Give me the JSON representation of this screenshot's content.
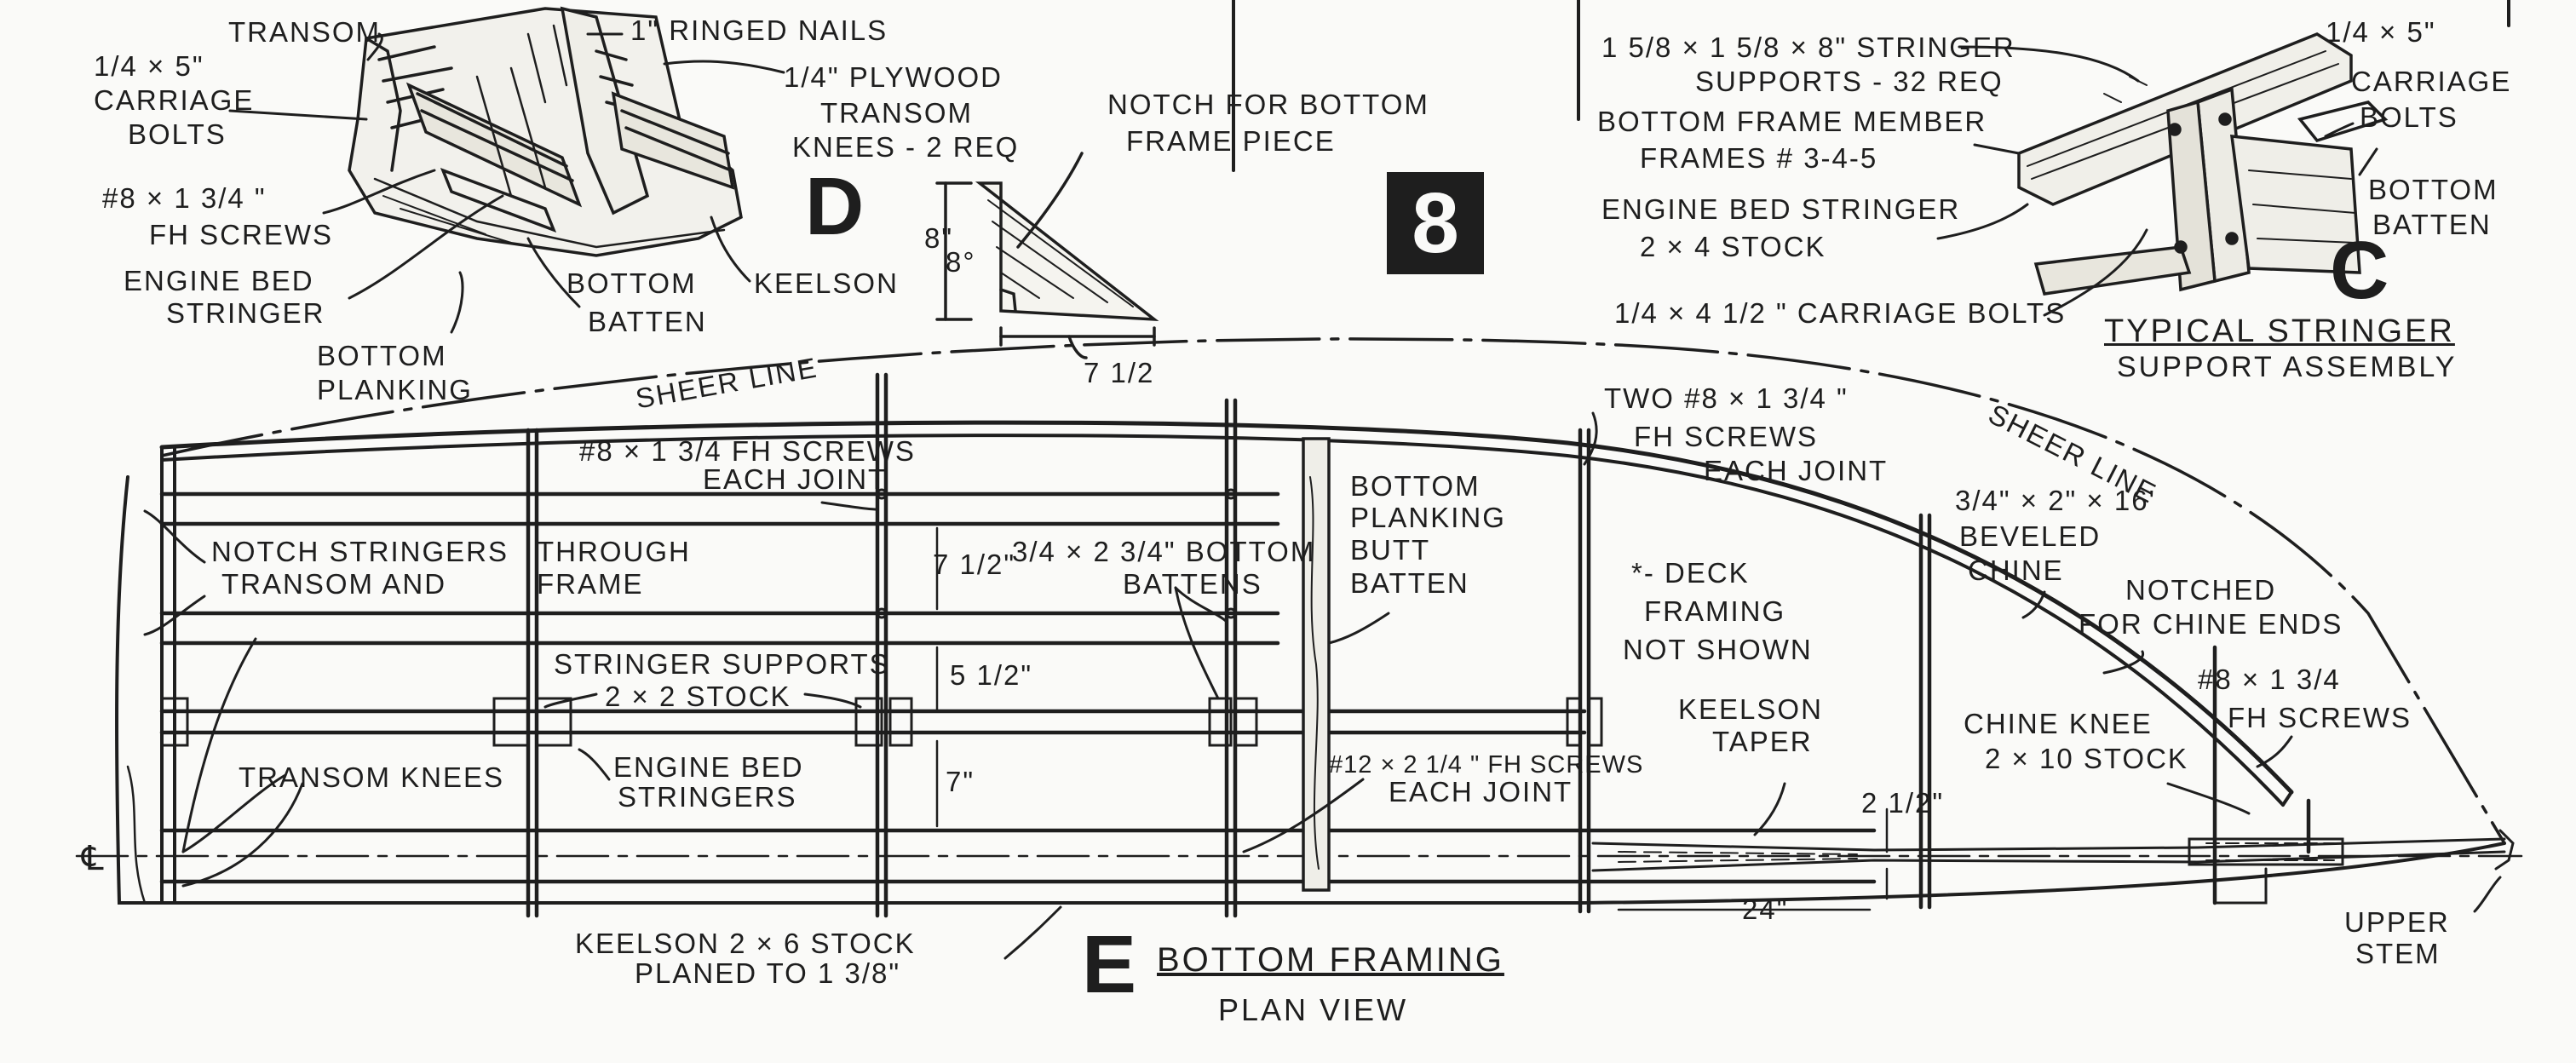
{
  "panel_number": "8",
  "detail_d": {
    "letter": "D",
    "labels": {
      "transom": "TRANSOM",
      "carriage_bolts_a": "1/4 × 5\"",
      "carriage_bolts_b": "CARRIAGE",
      "carriage_bolts_c": "BOLTS",
      "screws_a": "#8 × 1 3/4 \"",
      "screws_b": "FH SCREWS",
      "engine_bed_a": "ENGINE BED",
      "engine_bed_b": "STRINGER",
      "bottom_planking_a": "BOTTOM",
      "bottom_planking_b": "PLANKING",
      "ringed_nails": "1\" RINGED NAILS",
      "plywood_a": "1/4\" PLYWOOD",
      "plywood_b": "TRANSOM",
      "plywood_c": "KNEES - 2 REQ",
      "bottom_batten_a": "BOTTOM",
      "bottom_batten_b": "BATTEN",
      "keelson": "KEELSON"
    }
  },
  "notch_detail": {
    "title_a": "NOTCH FOR BOTTOM",
    "title_b": "FRAME PIECE",
    "dim_height": "8\"",
    "dim_angle": "8°",
    "dim_length": "7 1/2"
  },
  "detail_c": {
    "letter": "C",
    "title": "TYPICAL STRINGER",
    "subtitle": "SUPPORT ASSEMBLY",
    "labels": {
      "stringer_supports_a": "1 5/8 × 1 5/8 × 8\" STRINGER",
      "stringer_supports_b": "SUPPORTS - 32 REQ",
      "bottom_frame_a": "BOTTOM FRAME MEMBER",
      "bottom_frame_b": "FRAMES # 3-4-5",
      "engine_bed_a": "ENGINE BED STRINGER",
      "engine_bed_b": "2 × 4 STOCK",
      "carriage_bolts_4": "1/4 × 4 1/2 \" CARRIAGE BOLTS",
      "carriage_bolts5_a": "1/4 × 5\"",
      "carriage_bolts5_b": "CARRIAGE",
      "carriage_bolts5_c": "BOLTS",
      "bottom_batten_a": "BOTTOM",
      "bottom_batten_b": "BATTEN"
    }
  },
  "plan_view": {
    "letter": "E",
    "title": "BOTTOM FRAMING",
    "subtitle": "PLAN VIEW",
    "centerline_symbol": "℄",
    "labels": {
      "sheer_line_left": "SHEER LINE",
      "sheer_line_right": "SHEER LINE",
      "screws_joint_a": "#8 × 1 3/4 FH SCREWS",
      "screws_joint_b": "EACH JOINT",
      "notch_a": "NOTCH STRINGERS",
      "notch_b": "TRANSOM AND",
      "through_a": "THROUGH",
      "through_b": "FRAME",
      "spacing_1": "7 1/2\"",
      "spacing_2": "5 1/2\"",
      "spacing_3": "7\"",
      "battens_a": "3/4 × 2 3/4\" BOTTOM",
      "battens_b": "BATTENS",
      "stringer_supports_a": "STRINGER SUPPORTS",
      "stringer_supports_b": "2 × 2 STOCK",
      "transom_knees": "TRANSOM KNEES",
      "engine_bed_a": "ENGINE BED",
      "engine_bed_b": "STRINGERS",
      "butt_batten_a": "BOTTOM",
      "butt_batten_b": "PLANKING",
      "butt_batten_c": "BUTT",
      "butt_batten_d": "BATTEN",
      "screws12_a": "#12 × 2 1/4 \" FH SCREWS",
      "screws12_b": "EACH JOINT",
      "two_screws_a": "TWO #8 × 1 3/4 \"",
      "two_screws_b": "FH SCREWS",
      "two_screws_c": "EACH JOINT",
      "deck_a": "*- DECK",
      "deck_b": "FRAMING",
      "deck_c": "NOT SHOWN",
      "keelson_taper_a": "KEELSON",
      "keelson_taper_b": "TAPER",
      "dim_2_5": "2 1/2\"",
      "dim_24": "24\"",
      "chine_a": "3/4\" × 2\" × 16'",
      "chine_b": "BEVELED",
      "chine_c": "CHINE",
      "notched_a": "NOTCHED",
      "notched_b": "FOR CHINE ENDS",
      "screws_fh_a": "#8 × 1 3/4",
      "screws_fh_b": "FH SCREWS",
      "chine_knee_a": "CHINE KNEE",
      "chine_knee_b": "2 × 10 STOCK",
      "keelson_a": "KEELSON 2 × 6 STOCK",
      "keelson_b": "PLANED TO 1 3/8\"",
      "upper_stem_a": "UPPER",
      "upper_stem_b": "STEM"
    }
  }
}
